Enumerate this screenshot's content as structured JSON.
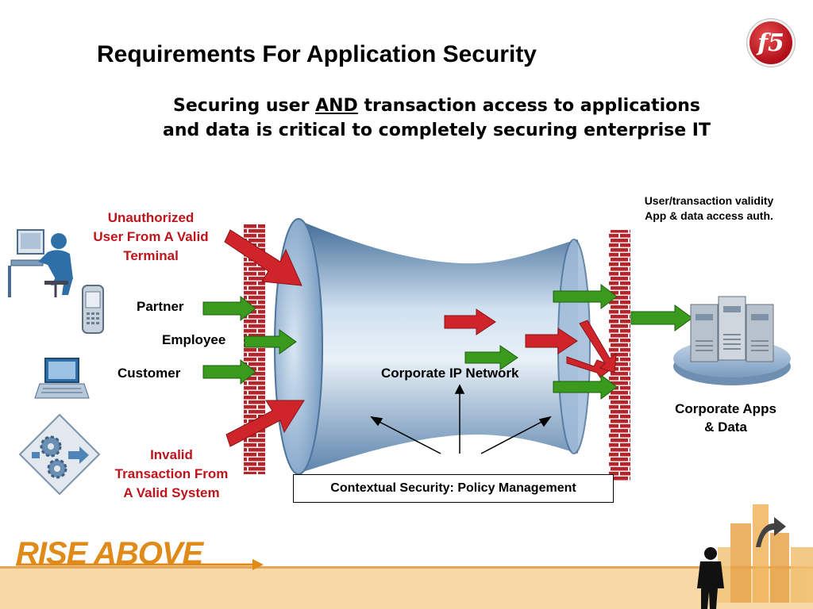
{
  "slide": {
    "title": "Requirements For Application Security",
    "subtitle_part1": "Securing user ",
    "subtitle_emphasis": "AND",
    "subtitle_part2": " transaction access to applications and data is critical to completely securing enterprise IT"
  },
  "logo": {
    "text": "f5"
  },
  "left_labels": {
    "unauthorized": [
      "Unauthorized",
      "User From A Valid",
      "Terminal"
    ],
    "partner": "Partner",
    "employee": "Employee",
    "customer": "Customer",
    "invalid": [
      "Invalid",
      "Transaction From",
      "A Valid System"
    ]
  },
  "center": {
    "network_label": "Corporate IP Network",
    "policy_label": "Contextual Security: Policy Management"
  },
  "right_labels": {
    "validity": [
      "User/transaction validity",
      "App & data access auth."
    ],
    "apps": [
      "Corporate Apps",
      "& Data"
    ]
  },
  "footer": {
    "brand": "RISE ABOVE"
  },
  "colors": {
    "red_arrow": "#d0242b",
    "green_arrow": "#3a9a1e",
    "brick": "#b8232a",
    "tunnel": "#6f95bd",
    "accent_orange": "#e08a1a"
  },
  "icons": [
    "desktop-user-icon",
    "mobile-phone-icon",
    "laptop-icon",
    "gears-process-icon",
    "server-stack-icon",
    "businessman-icon",
    "city-skyline-icon"
  ]
}
